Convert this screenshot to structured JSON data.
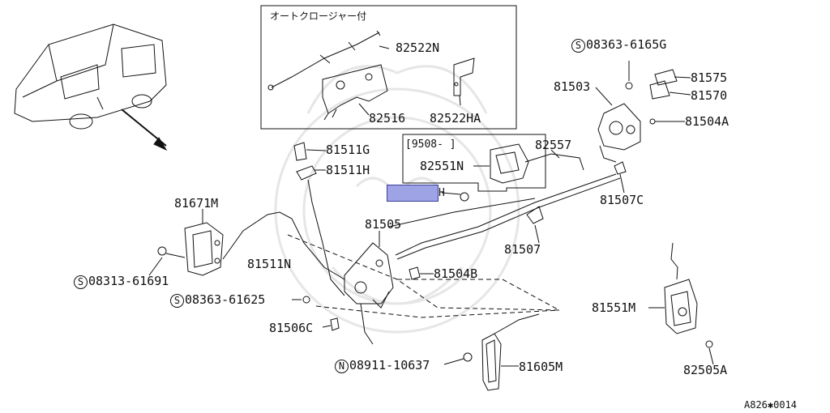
{
  "box_top_title": "オートクロージャー付",
  "box_mid_title": "[9508-      ]",
  "highlight_suffix": "H",
  "footer_code": "A826✱0014",
  "labels": {
    "p82522N": "82522N",
    "p82516": "82516",
    "p82522HA": "82522HA",
    "p81511G": "81511G",
    "p81511H": "81511H",
    "p82557": "82557",
    "p82551N": "82551N",
    "p81503": "81503",
    "p81575": "81575",
    "p81570": "81570",
    "p81504A": "81504A",
    "p81507C": "81507C",
    "p81671M": "81671M",
    "p81505": "81505",
    "p81507": "81507",
    "p81511N": "81511N",
    "p81504B": "81504B",
    "p81506C": "81506C",
    "p81551M": "81551M",
    "p82505A": "82505A",
    "p81605M": "81605M"
  },
  "callouts": {
    "s08363_6165G": {
      "prefix": "S",
      "code": "08363-6165G"
    },
    "s08313_61691": {
      "prefix": "S",
      "code": "08313-61691"
    },
    "s08363_61625": {
      "prefix": "S",
      "code": "08363-61625"
    },
    "n08911_10637": {
      "prefix": "N",
      "code": "08911-10637"
    }
  },
  "colors": {
    "line": "#111111",
    "highlight": "#9da3e4",
    "watermark": "#e6e6e6"
  }
}
